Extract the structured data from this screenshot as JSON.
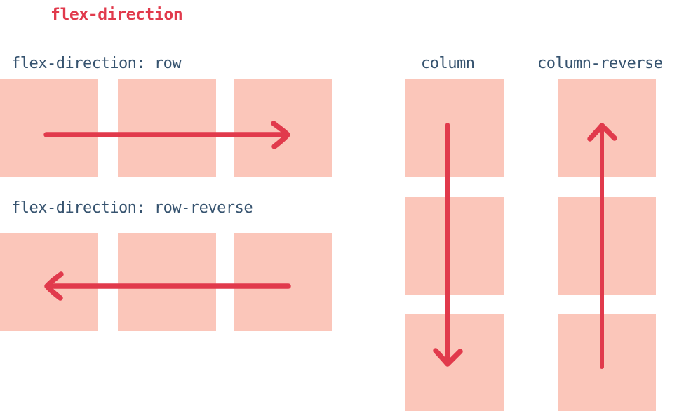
{
  "title": "flex-direction",
  "colors": {
    "accent_red": "#e13a4c",
    "box_pink": "#fbc6ba",
    "text_navy": "#36536f",
    "background": "#ffffff"
  },
  "sections": {
    "row": {
      "label": "flex-direction: row",
      "arrow_direction": "right",
      "item_count": 3
    },
    "row_reverse": {
      "label": "flex-direction: row-reverse",
      "arrow_direction": "left",
      "item_count": 3
    },
    "column": {
      "label": "column",
      "arrow_direction": "down",
      "item_count": 3
    },
    "column_reverse": {
      "label": "column-reverse",
      "arrow_direction": "up",
      "item_count": 3
    }
  },
  "icons": {
    "arrow_right": "arrow-right-icon",
    "arrow_left": "arrow-left-icon",
    "arrow_down": "arrow-down-icon",
    "arrow_up": "arrow-up-icon"
  }
}
